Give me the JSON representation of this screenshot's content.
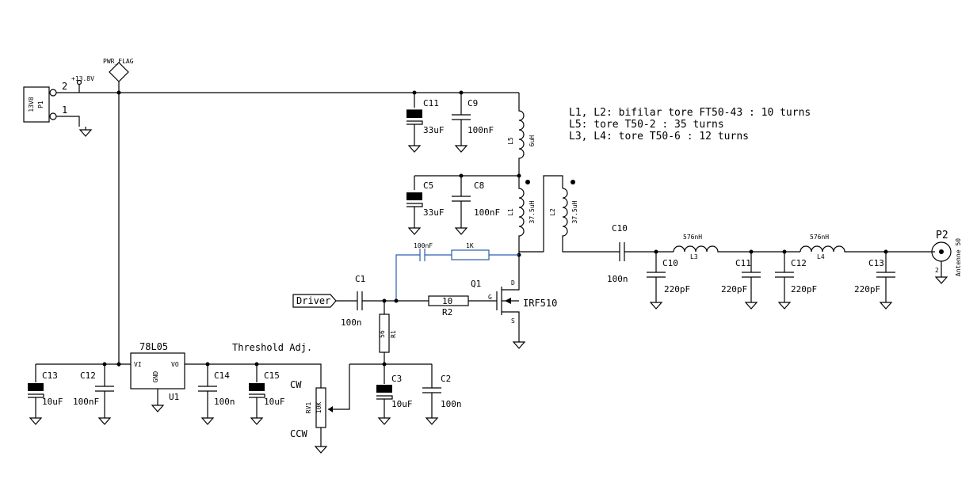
{
  "notes": {
    "line1": "L1, L2: bifilar tore FT50-43 : 10 turns",
    "line2": "L5: tore T50-2 : 35 turns",
    "line3": "L3, L4: tore T50-6 : 12 turns"
  },
  "power": {
    "connector_ref": "P1",
    "connector_value": "13V8",
    "pin2": "2",
    "pin1": "1",
    "rail_label": "+13.8V",
    "flag_label": "PWR_FLAG"
  },
  "components": {
    "c11_top": {
      "ref": "C11",
      "value": "33uF"
    },
    "c9": {
      "ref": "C9",
      "value": "100nF"
    },
    "l5": {
      "ref": "L5",
      "value": "6uH"
    },
    "c5": {
      "ref": "C5",
      "value": "33uF"
    },
    "c8": {
      "ref": "C8",
      "value": "100nF"
    },
    "l1": {
      "ref": "L1",
      "value": "37.5uH"
    },
    "l2": {
      "ref": "L2",
      "value": "37.5uH"
    },
    "feedback_cap": {
      "value": "100nF"
    },
    "feedback_res": {
      "value": "1K"
    },
    "c1": {
      "ref": "C1",
      "value": "100n"
    },
    "r2": {
      "ref": "R2",
      "value": "10"
    },
    "q1": {
      "ref": "Q1",
      "value": "IRF510",
      "pin_g": "G",
      "pin_d": "D",
      "pin_s": "S"
    },
    "r1": {
      "ref": "R1",
      "value": "56"
    },
    "c3": {
      "ref": "C3",
      "value": "10uF"
    },
    "c2": {
      "ref": "C2",
      "value": "100n"
    },
    "rv1": {
      "ref": "RV1",
      "value": "10K",
      "cw": "CW",
      "ccw": "CCW"
    },
    "threshold": "Threshold Adj.",
    "u1": {
      "ref": "U1",
      "value": "78L05",
      "vi": "VI",
      "vo": "VO",
      "gnd": "GND"
    },
    "c13_left": {
      "ref": "C13",
      "value": "10uF"
    },
    "c12_left": {
      "ref": "C12",
      "value": "100nF"
    },
    "c14": {
      "ref": "C14",
      "value": "100n"
    },
    "c15": {
      "ref": "C15",
      "value": "10uF"
    },
    "c10_series": {
      "ref": "C10",
      "value": "100n"
    },
    "c10_shunt": {
      "ref": "C10",
      "value": "220pF"
    },
    "l3": {
      "ref": "L3",
      "value": "576nH"
    },
    "c11_shunt": {
      "ref": "C11",
      "value": "220pF"
    },
    "c12_shunt": {
      "ref": "C12",
      "value": "220pF"
    },
    "l4": {
      "ref": "L4",
      "value": "576nH"
    },
    "c13_shunt": {
      "ref": "C13",
      "value": "220pF"
    },
    "p2": {
      "ref": "P2",
      "value": "Antenne 50",
      "pin": "2"
    }
  },
  "driver_label": "Driver"
}
